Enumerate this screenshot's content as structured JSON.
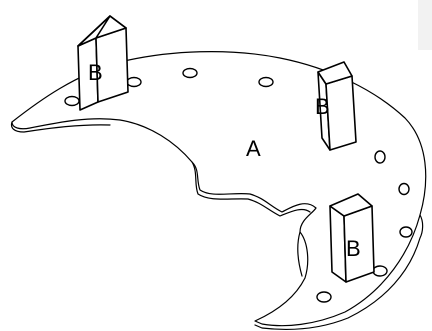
{
  "labels": {
    "plate": "A",
    "block_1": "B",
    "block_2": "B",
    "block_3": "B"
  },
  "colors": {
    "stroke": "#000000",
    "fill": "#ffffff",
    "corner_tab": "#f2f2f2"
  }
}
